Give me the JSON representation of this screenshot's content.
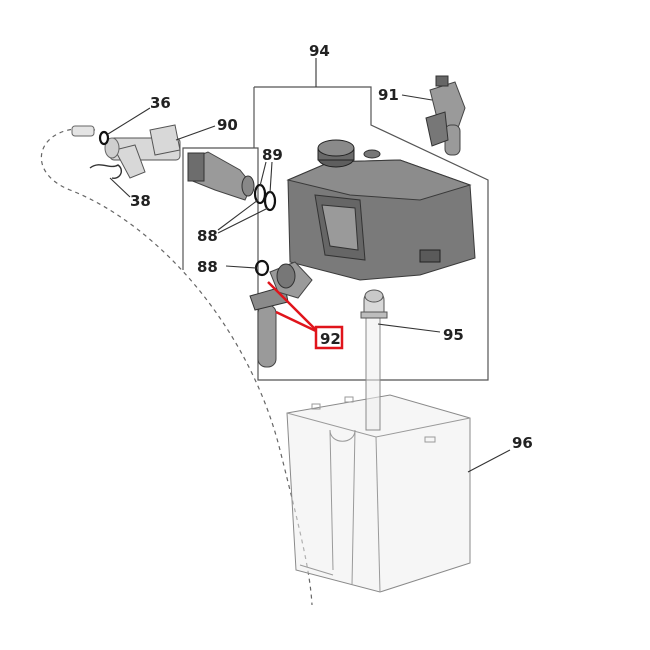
{
  "diagram": {
    "callouts": [
      {
        "id": "94",
        "label": "94"
      },
      {
        "id": "36",
        "label": "36"
      },
      {
        "id": "90",
        "label": "90"
      },
      {
        "id": "91",
        "label": "91"
      },
      {
        "id": "89",
        "label": "89"
      },
      {
        "id": "38",
        "label": "38"
      },
      {
        "id": "88a",
        "label": "88"
      },
      {
        "id": "88b",
        "label": "88"
      },
      {
        "id": "92",
        "label": "92",
        "highlighted": true
      },
      {
        "id": "95",
        "label": "95"
      },
      {
        "id": "96",
        "label": "96"
      }
    ],
    "highlight_color": "#e0141b"
  }
}
